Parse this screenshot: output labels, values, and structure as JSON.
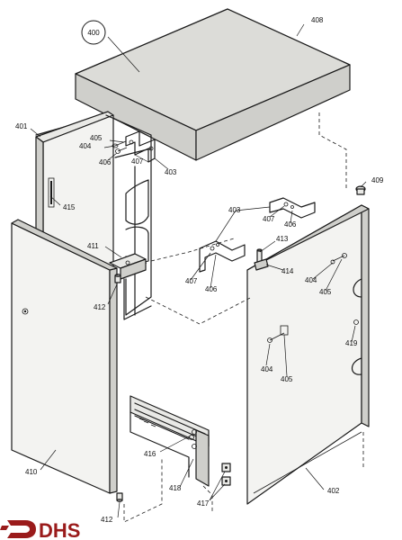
{
  "labels": {
    "l400": "400",
    "l401": "401",
    "l402": "402",
    "l403a": "403",
    "l403b": "403",
    "l404a": "404",
    "l404b": "404",
    "l404c": "404",
    "l405a": "405",
    "l405b": "405",
    "l405c": "405",
    "l406a": "406",
    "l406b": "406",
    "l406c": "406",
    "l407a": "407",
    "l407b": "407",
    "l407c": "407",
    "l408": "408",
    "l409": "409",
    "l410": "410",
    "l411": "411",
    "l412a": "412",
    "l412b": "412",
    "l413": "413",
    "l414": "414",
    "l415": "415",
    "l416": "416",
    "l417": "417",
    "l418": "418",
    "l419": "419"
  },
  "logo": {
    "text": "DHS",
    "color": "#9a1b1b"
  }
}
